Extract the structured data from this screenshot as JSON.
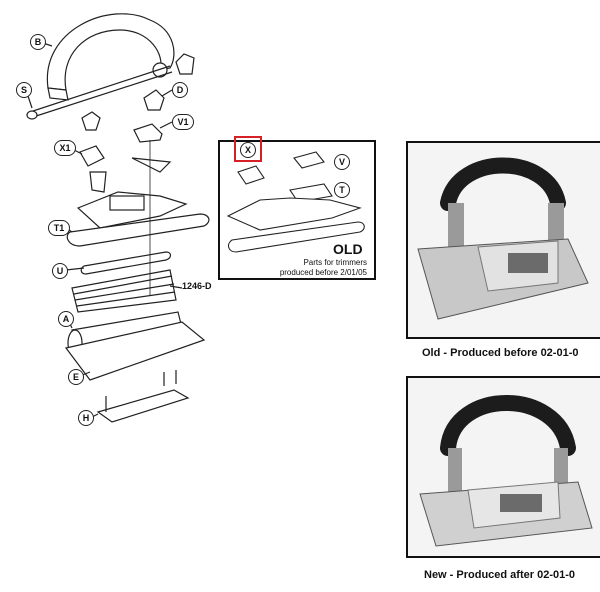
{
  "exploded_view": {
    "callouts": {
      "B": "B",
      "S": "S",
      "D": "D",
      "V1": "V1",
      "X1": "X1",
      "T1": "T1",
      "U": "U",
      "A": "A",
      "E": "E",
      "H": "H"
    },
    "part_number": "1246-D"
  },
  "old_panel": {
    "callouts": {
      "X": "X",
      "V": "V",
      "T": "T"
    },
    "title": "OLD",
    "note_line1": "Parts for trimmers",
    "note_line2": "produced before 2/01/05"
  },
  "photos": {
    "old_caption": "Old - Produced before 02-01-0",
    "new_caption": "New - Produced after 02-01-0"
  },
  "colors": {
    "highlight": "#d61f26",
    "line": "#222222"
  }
}
